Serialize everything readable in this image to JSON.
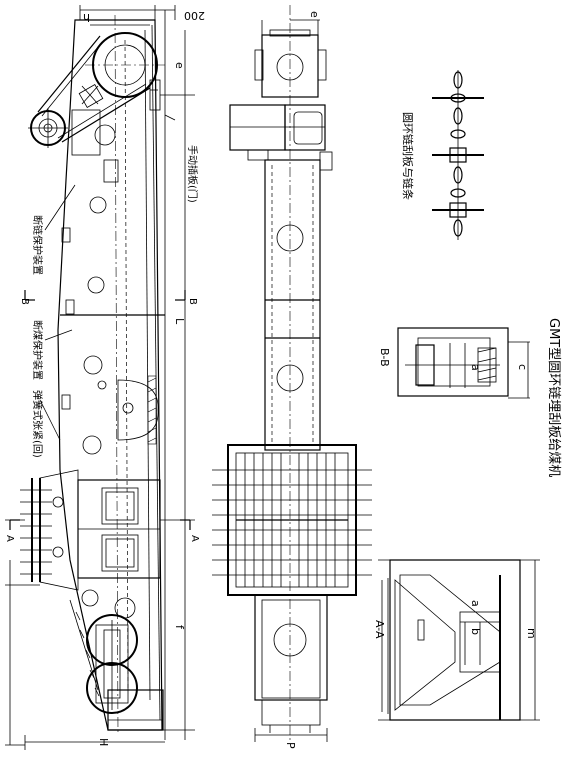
{
  "title": "GMT型圆环链埋刮板给煤机",
  "labels": {
    "chain_fig": "圆环链刮板与链条",
    "hand_gate": "手动插板(门)",
    "broken_chain": "断链保护装置",
    "broken_coal": "断煤保护装置",
    "spring_tension": "弹簧式张紧(回)",
    "section_bb": "B-B",
    "section_aa": "A-A"
  },
  "dims": {
    "top_dim": "200",
    "h": "h",
    "e": "e",
    "L": "L",
    "f": "f",
    "H": "H",
    "P": "P",
    "a": "a",
    "c": "c",
    "b": "b",
    "m": "m",
    "sec_a": "A",
    "sec_b": "B"
  }
}
